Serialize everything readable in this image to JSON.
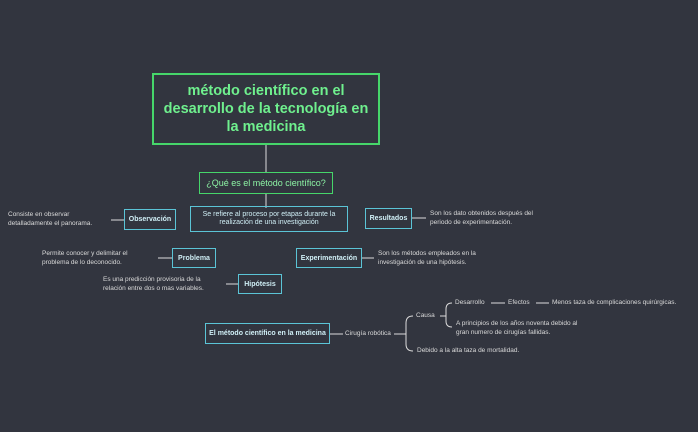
{
  "title": "método científico en el desarrollo de la tecnología en la medicina",
  "question": "¿Qué es el método científico?",
  "definition": "Se refiere al proceso por etapas durante la realización de una investigación",
  "nodes": {
    "observacion": "Observación",
    "problema": "Problema",
    "hipotesis": "Hipótesis",
    "resultados": "Resultados",
    "experimentacion": "Experimentación",
    "medicina": "El método científico en la medicina"
  },
  "descriptions": {
    "observacion": "Consiste en observar detalladamente el panorama.",
    "problema": "Permite conocer y delimitar el problema de lo deconocido.",
    "hipotesis": "Es una predicción provisoria de la relación entre dos o mas variables.",
    "resultados": "Son los dato obtenidos después del periodo de experimentación.",
    "experimentacion": "Son los métodos empleados en la investigación de una hipótesis."
  },
  "branch": {
    "cirugia": "Cirugía robótica",
    "causa": "Causa",
    "desarrollo": "Desarrollo",
    "efectos": "Efectos",
    "menos": "Menos taza de complicaciones quirúrgicas.",
    "principios": "A principios de los años noventa debido al gran numero de cirugías fallidas.",
    "debido": "Debido a la alta taza de mortalidad."
  },
  "colors": {
    "background": "#32353f",
    "title": "#46d66a",
    "node": "#5bc4d6"
  }
}
